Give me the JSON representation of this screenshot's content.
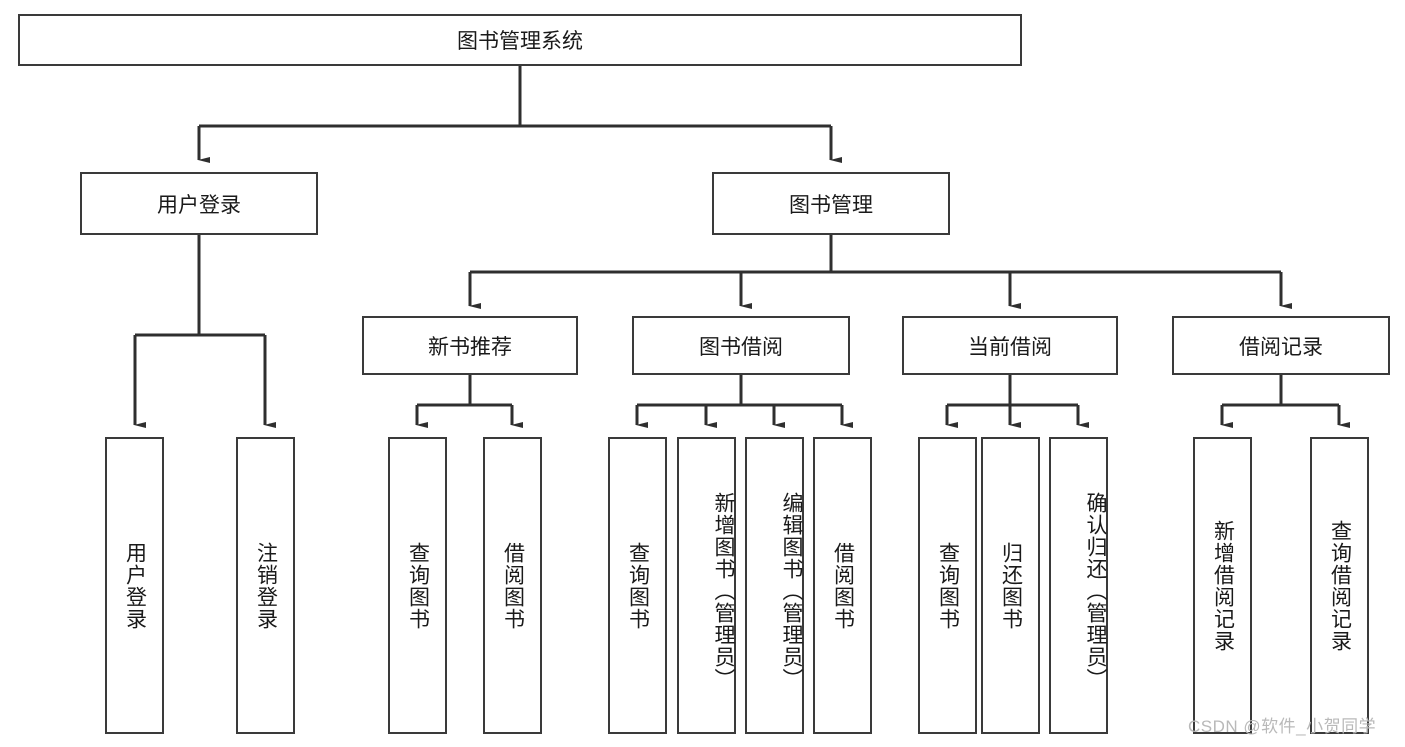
{
  "diagram": {
    "type": "tree-hierarchy-chart",
    "title_node": {
      "label": "图书管理系统"
    },
    "level1": [
      {
        "id": "user-login",
        "label": "用户登录"
      },
      {
        "id": "book-management",
        "label": "图书管理"
      }
    ],
    "level2": [
      {
        "id": "new-book-recommend",
        "label": "新书推荐",
        "parent": "book-management"
      },
      {
        "id": "book-borrow",
        "label": "图书借阅",
        "parent": "book-management"
      },
      {
        "id": "current-borrow",
        "label": "当前借阅",
        "parent": "book-management"
      },
      {
        "id": "borrow-record",
        "label": "借阅记录",
        "parent": "book-management"
      }
    ],
    "leaves": [
      {
        "id": "leaf-user-login",
        "label": "用户登录",
        "parent": "user-login"
      },
      {
        "id": "leaf-logout",
        "label": "注销登录",
        "parent": "user-login"
      },
      {
        "id": "leaf-query-book-1",
        "label": "查询图书",
        "parent": "new-book-recommend"
      },
      {
        "id": "leaf-borrow-book-1",
        "label": "借阅图书",
        "parent": "new-book-recommend"
      },
      {
        "id": "leaf-query-book-2",
        "label": "查询图书",
        "parent": "book-borrow"
      },
      {
        "id": "leaf-add-book",
        "label": "新增图书（管理员）",
        "parent": "book-borrow"
      },
      {
        "id": "leaf-edit-book",
        "label": "编辑图书（管理员）",
        "parent": "book-borrow"
      },
      {
        "id": "leaf-borrow-book-2",
        "label": "借阅图书",
        "parent": "book-borrow"
      },
      {
        "id": "leaf-query-book-3",
        "label": "查询图书",
        "parent": "current-borrow"
      },
      {
        "id": "leaf-return-book",
        "label": "归还图书",
        "parent": "current-borrow"
      },
      {
        "id": "leaf-confirm-return",
        "label": "确认归还（管理员）",
        "parent": "current-borrow"
      },
      {
        "id": "leaf-add-record",
        "label": "新增借阅记录",
        "parent": "borrow-record"
      },
      {
        "id": "leaf-query-record",
        "label": "查询借阅记录",
        "parent": "borrow-record"
      }
    ],
    "watermark": "CSDN @软件_小贺同学",
    "colors": {
      "box_border": "#3a3a3a",
      "box_fill": "#ffffff",
      "connector": "#2f2f2f",
      "text": "#1a1a1a",
      "watermark": "#b9b9b9"
    }
  }
}
